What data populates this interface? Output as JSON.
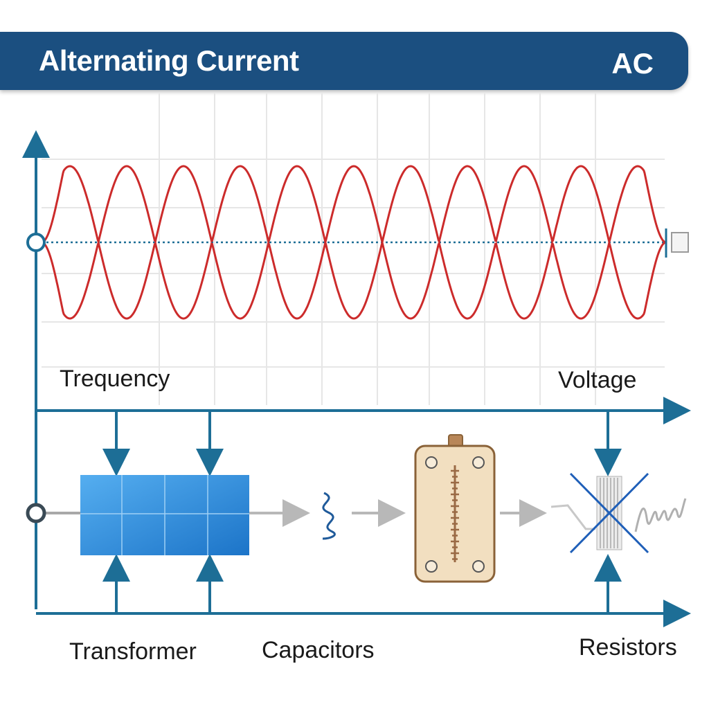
{
  "header": {
    "title": "Alternating Current",
    "badge": "AC"
  },
  "waveform": {
    "cycles": 11,
    "color": "#cc2b2b",
    "axis_color": "#1d6e96"
  },
  "labels": {
    "frequency": "Trequency",
    "voltage": "Voltage",
    "transformer": "Transformer",
    "capacitors": "Capacitors",
    "resistors": "Resistors"
  },
  "colors": {
    "banner": "#1b4f80",
    "line": "#1d6e96",
    "transformer": "#2e8de0",
    "capacitor_body": "#f2dfc0",
    "capacitor_border": "#8a6238",
    "grid": "#e4e4e4"
  }
}
